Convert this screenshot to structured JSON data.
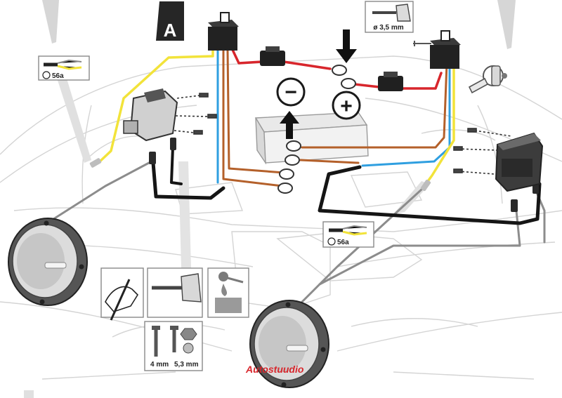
{
  "section_label": "A",
  "callouts": {
    "drill_size": "ø 3,5 mm",
    "wire_tag_left": "56a",
    "wire_tag_right": "56a",
    "screw_size": "4 mm",
    "nut_size": "5,3 mm"
  },
  "symbols": {
    "minus": "−",
    "plus": "+"
  },
  "watermark": "Autostuudio",
  "icons": {
    "relay": "relay-icon",
    "fuse": "fuse-icon",
    "battery": "battery-icon",
    "fog_lamp": "fog-lamp-icon",
    "drill": "drill-icon",
    "pencil": "pencil-hand-icon",
    "paint": "paint-drop-icon",
    "screw": "screw-icon",
    "nut": "nut-icon",
    "bulb": "bulb-icon",
    "switch_module": "switch-module-icon"
  },
  "colors": {
    "wire_red": "#d8262c",
    "wire_yellow": "#f2e33a",
    "wire_blue": "#2f9fe0",
    "wire_brown": "#b4602a",
    "wire_black": "#151515",
    "wire_grey": "#8c8c8c",
    "watermark": "#d8262c"
  }
}
